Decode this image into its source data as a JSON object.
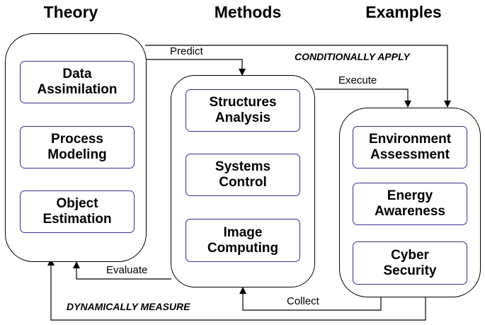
{
  "columns": {
    "theory": "Theory",
    "methods": "Methods",
    "examples": "Examples"
  },
  "theory_boxes": [
    "Data\nAssimilation",
    "Process\nModeling",
    "Object\nEstimation"
  ],
  "methods_boxes": [
    "Structures\nAnalysis",
    "Systems\nControl",
    "Image\nComputing"
  ],
  "examples_boxes": [
    "Environment\nAssessment",
    "Energy\nAwareness",
    "Cyber\nSecurity"
  ],
  "arrows": {
    "predict": "Predict",
    "execute": "Execute",
    "evaluate": "Evaluate",
    "collect": "Collect",
    "conditionally_apply": "CONDITIONALLY APPLY",
    "dynamically_measure": "DYNAMICALLY MEASURE"
  },
  "colors": {
    "box_border": "#3a2d8c",
    "line": "#000000"
  }
}
